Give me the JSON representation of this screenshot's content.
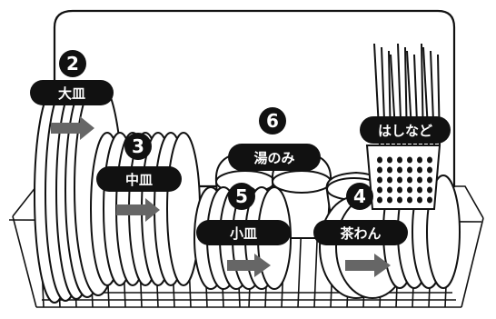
{
  "colors": {
    "label_bg": "#111111",
    "label_text": "#ffffff",
    "arrow": "#666666",
    "outline": "#111111"
  },
  "labels": [
    {
      "number": "2",
      "text": "大皿"
    },
    {
      "number": "3",
      "text": "中皿"
    },
    {
      "number": "6",
      "text": "湯のみ"
    },
    {
      "number": "5",
      "text": "小皿"
    },
    {
      "number": "4",
      "text": "茶わん"
    },
    {
      "number": "",
      "text": "はしなど"
    }
  ],
  "icons": [
    "dish-rack-icon",
    "right-arrow-icon",
    "chopsticks-icon",
    "cutlery-basket-icon"
  ]
}
